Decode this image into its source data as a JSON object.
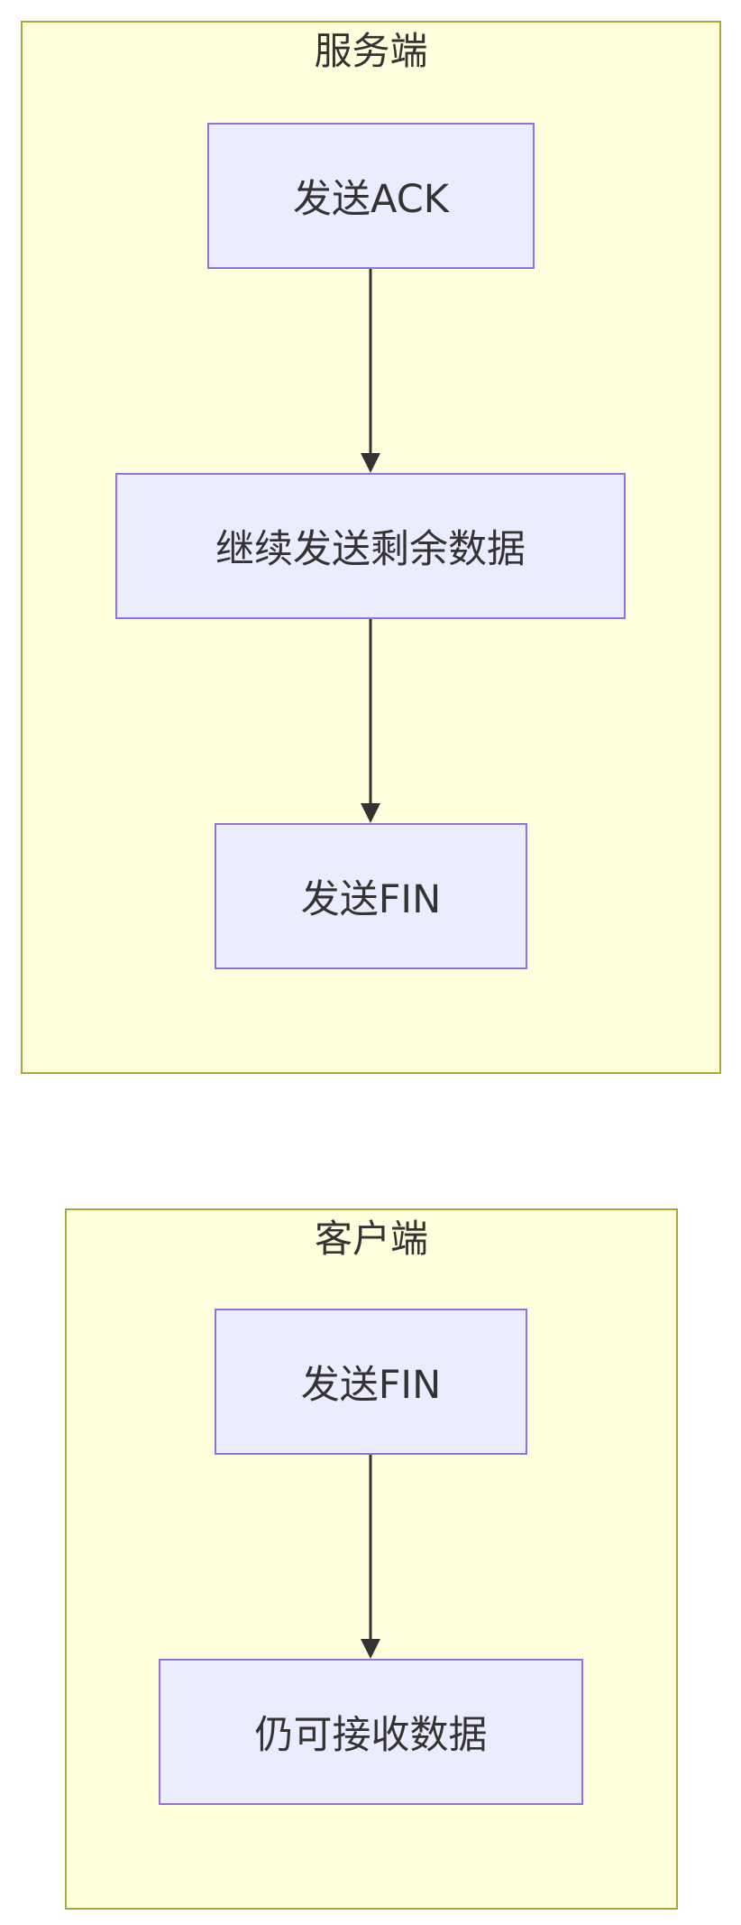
{
  "diagram": {
    "type": "flowchart",
    "colors": {
      "cluster_fill": "#ffffde",
      "cluster_border": "#aaaa33",
      "node_fill": "#ececff",
      "node_border": "#9370db",
      "edge": "#333333",
      "text": "#333333"
    },
    "server": {
      "title": "服务端",
      "nodes": {
        "send_ack": "发送ACK",
        "continue_send": "继续发送剩余数据",
        "send_fin": "发送FIN"
      }
    },
    "client": {
      "title": "客户端",
      "nodes": {
        "send_fin": "发送FIN",
        "still_receive": "仍可接收数据"
      }
    },
    "edges": [
      {
        "from": "服务端.发送ACK",
        "to": "服务端.继续发送剩余数据"
      },
      {
        "from": "服务端.继续发送剩余数据",
        "to": "服务端.发送FIN"
      },
      {
        "from": "客户端.发送FIN",
        "to": "客户端.仍可接收数据"
      }
    ]
  }
}
